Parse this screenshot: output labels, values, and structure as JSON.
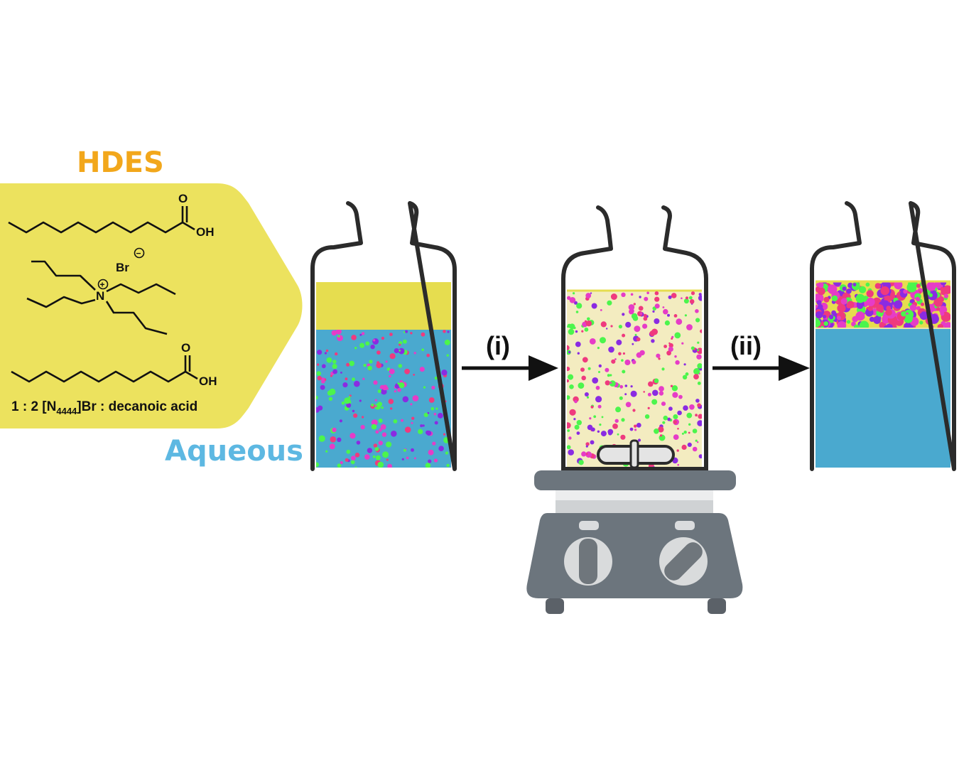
{
  "labels": {
    "hdes": "HDES",
    "aqueous": "Aqueous",
    "step_i": "(i)",
    "step_ii": "(ii)"
  },
  "ratio": {
    "prefix": "1 : 2 [N",
    "subscript": "4444",
    "suffix": "]Br : decanoic acid"
  },
  "chem_atoms": {
    "carbonyl_o": "O",
    "hydroxyl": "OH",
    "bromide": "Br",
    "nitrogen": "N",
    "minus": "−",
    "plus": "+"
  },
  "colors": {
    "hdes": "#f2a71b",
    "aqueous": "#5db8e2",
    "hdes_panel": "#ece25e",
    "hdes_layer": "#e6dd4f",
    "water": "#4aa9cf",
    "emulsion": "#f3ecc0",
    "dot_green": "#4cf54c",
    "dot_pink": "#ef3a7e",
    "dot_purple": "#8a2be2",
    "dot_magenta": "#e63cc7",
    "stirrer_dark": "#6c757d",
    "stirrer_light": "#d4d7da"
  }
}
